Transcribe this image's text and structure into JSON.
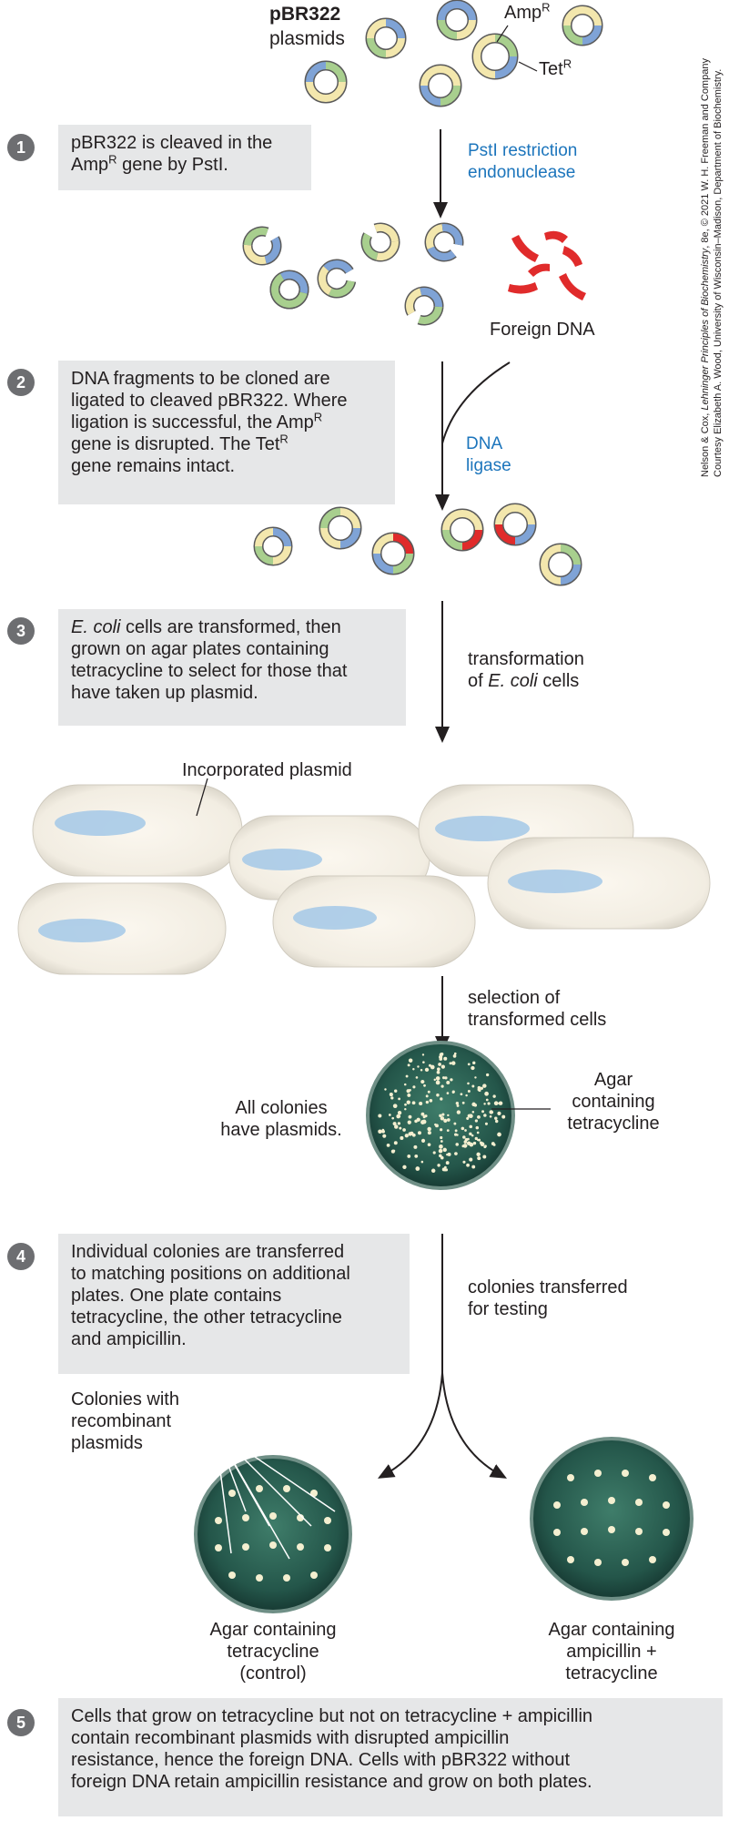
{
  "title": {
    "bold": "pBR322",
    "sub": "plasmids"
  },
  "labels": {
    "ampr": "Amp",
    "tetr": "Tet",
    "sup_r": "R",
    "pstI": [
      "PstI restriction",
      "endonuclease"
    ],
    "foreign_dna": "Foreign DNA",
    "ligase": [
      "DNA",
      "ligase"
    ],
    "transformation": [
      "transformation",
      "of "
    ],
    "ecoli": "E. coli",
    "cells": " cells",
    "incorporated": "Incorporated plasmid",
    "selection": [
      "selection of",
      "transformed cells"
    ],
    "all_colonies": [
      "All colonies",
      "have plasmids."
    ],
    "agar_tet": [
      "Agar",
      "containing",
      "tetracycline"
    ],
    "transferred": [
      "colonies transferred",
      "for testing"
    ],
    "colonies_recomb": [
      "Colonies with",
      "recombinant",
      "plasmids"
    ],
    "plate_left": [
      "Agar containing",
      "tetracycline",
      "(control)"
    ],
    "plate_right": [
      "Agar containing",
      "ampicillin +",
      "tetracycline"
    ]
  },
  "steps": [
    {
      "num": "1",
      "l1": "pBR322 is cleaved in the",
      "l2a": "Amp",
      "l2sup": "R",
      "l2b": " gene by PstI."
    },
    {
      "num": "2",
      "l1": "DNA fragments to be cloned are",
      "l2": "ligated to cleaved pBR322. Where",
      "l3a": "ligation is successful, the Amp",
      "l3sup": "R",
      "l4a": "gene is disrupted. The Tet",
      "l4sup": "R",
      "l5": "gene remains intact."
    },
    {
      "num": "3",
      "l1i": "E. coli",
      "l1": " cells are transformed, then",
      "l2": "grown on agar plates containing",
      "l3": "tetracycline to select for those that",
      "l4": "have taken up plasmid."
    },
    {
      "num": "4",
      "l1": "Individual colonies are transferred",
      "l2": "to matching positions on additional",
      "l3": "plates. One plate contains",
      "l4": "tetracycline, the other tetracycline",
      "l5": "and ampicillin."
    },
    {
      "num": "5",
      "l1": "Cells that grow on tetracycline but not on tetracycline + ampicillin",
      "l2": "contain recombinant plasmids with disrupted ampicillin",
      "l3": "resistance, hence the foreign DNA. Cells with pBR322 without",
      "l4": "foreign DNA retain ampicillin resistance and grow on both plates."
    }
  ],
  "credit": {
    "line1a": "Nelson & Cox, ",
    "line1i": "Lehninger Principles of Biochemistry",
    "line1b": ", 8e, © 2021 W. H. Freeman and Company",
    "line2": "Courtesy Elizabeth A. Wood, University of Wisconsin–Madison, Department of Biochemistry."
  },
  "colors": {
    "blue_seg": "#7fa3d6",
    "green_seg": "#a8cf8e",
    "cream_seg": "#f3e7ad",
    "red_seg": "#e02b2b",
    "label_blue": "#1c75bc",
    "box_gray": "#e6e7e8"
  }
}
